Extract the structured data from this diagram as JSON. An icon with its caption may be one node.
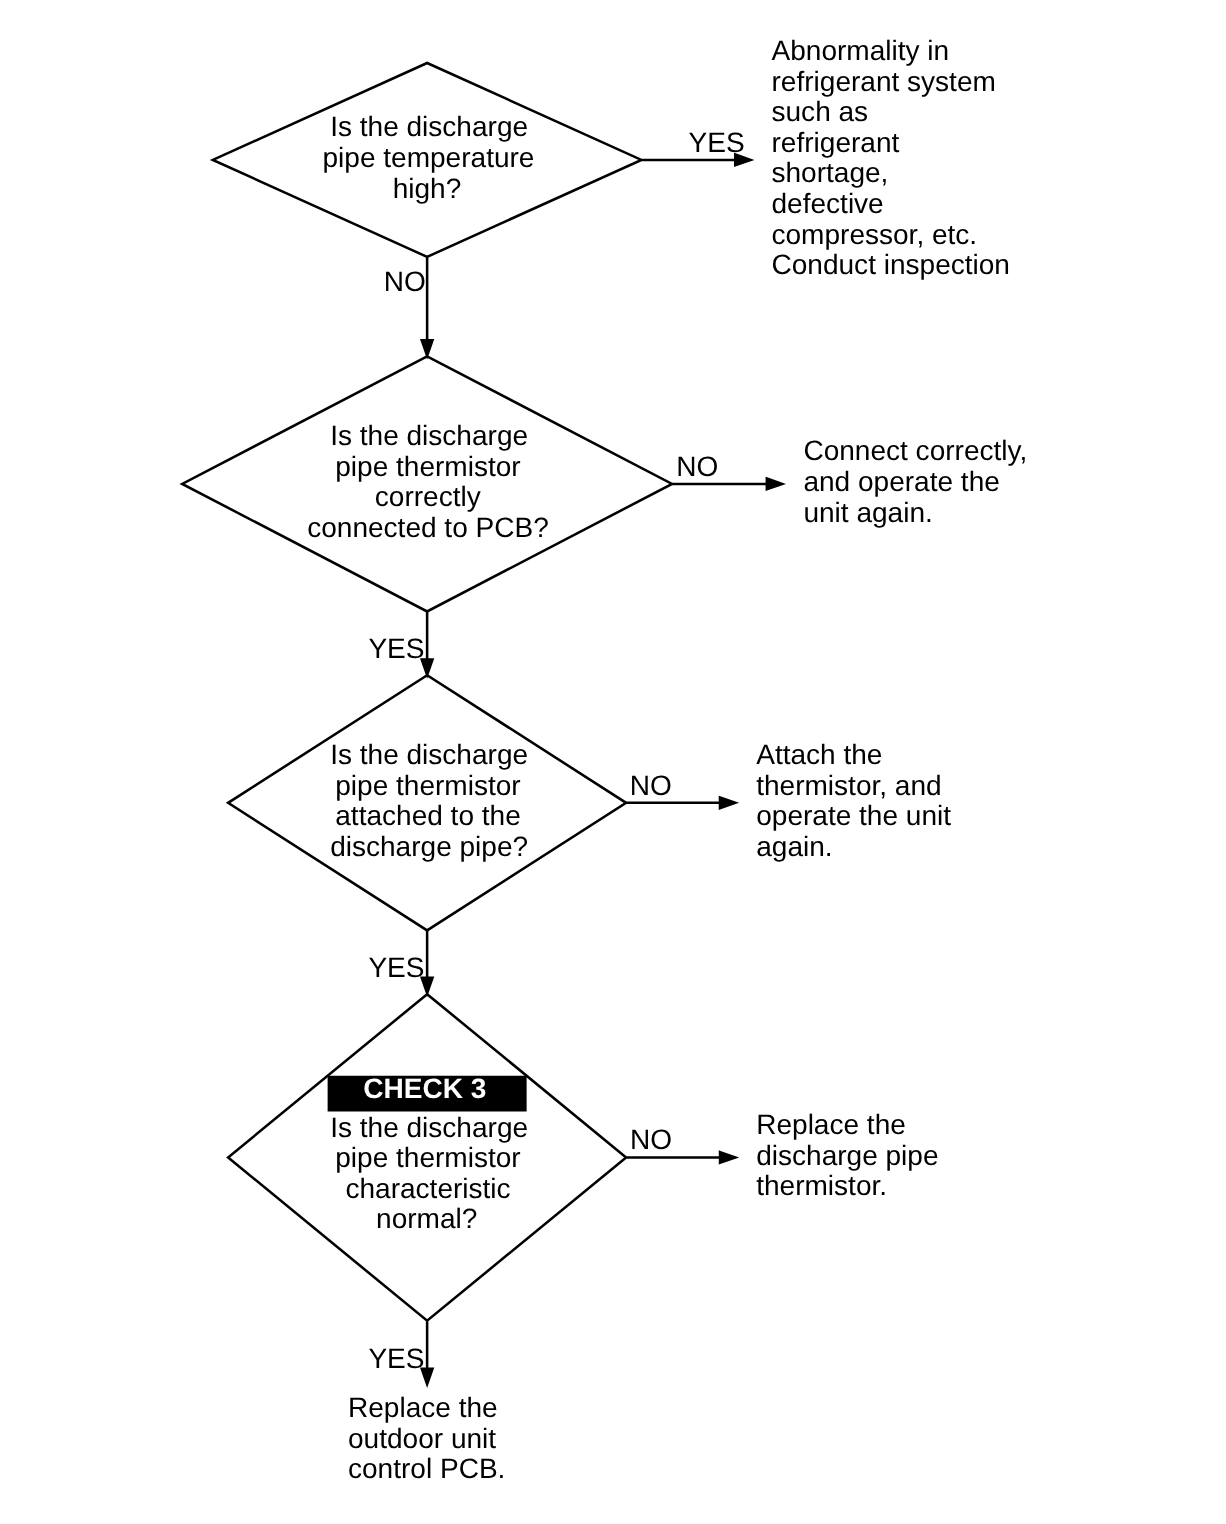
{
  "diagram": {
    "nodes": [
      {
        "text": [
          "Is the discharge pipe temperature high?"
        ]
      },
      {
        "text": [
          "Abnormality in refrigerant system such as refrigerant shortage, defective compressor, etc. Conduct inspection"
        ]
      },
      {
        "text": [
          "Is the discharge pipe thermistor correctly connected to PCB?"
        ]
      },
      {
        "text": [
          "Connect correctly, and operate the unit again."
        ]
      },
      {
        "text": [
          "Is the discharge pipe thermistor attached to the discharge pipe?"
        ]
      },
      {
        "text": [
          "Attach the thermistor, and operate the unit again."
        ]
      },
      {
        "text": [
          "CHECK 3",
          "Is the discharge pipe thermistor characteristic normal?"
        ]
      },
      {
        "text": [
          "Replace the discharge pipe thermistor."
        ]
      },
      {
        "text": [
          "Replace the outdoor unit control PCB."
        ]
      }
    ],
    "edges": [
      {
        "from": 0,
        "to": 1,
        "arrow": "to",
        "label": "YES"
      },
      {
        "from": 0,
        "to": 2,
        "arrow": "to",
        "label": "NO"
      },
      {
        "from": 2,
        "to": 3,
        "arrow": "to",
        "label": "NO"
      },
      {
        "from": 2,
        "to": 4,
        "arrow": "to",
        "label": "YES"
      },
      {
        "from": 4,
        "to": 5,
        "arrow": "to",
        "label": "NO"
      },
      {
        "from": 4,
        "to": 6,
        "arrow": "to",
        "label": "YES"
      },
      {
        "from": 6,
        "to": 7,
        "arrow": "to",
        "label": "NO"
      },
      {
        "from": 6,
        "to": 8,
        "arrow": "to",
        "label": "YES"
      }
    ]
  }
}
